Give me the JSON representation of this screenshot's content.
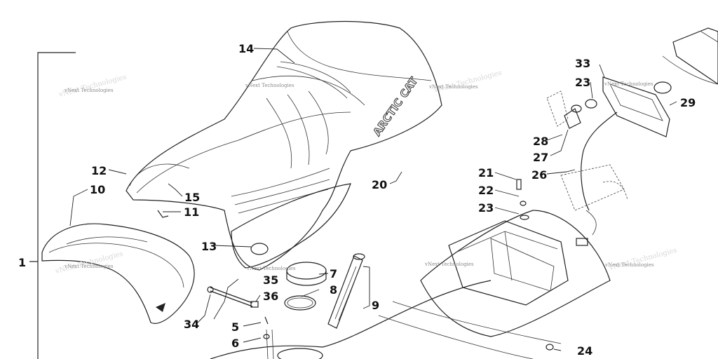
{
  "diagram": {
    "brand_text": "ARCTIC CAT",
    "watermark_text": "vNext Technologies",
    "callouts": [
      {
        "id": "1",
        "label": "1"
      },
      {
        "id": "5",
        "label": "5"
      },
      {
        "id": "6",
        "label": "6"
      },
      {
        "id": "7",
        "label": "7"
      },
      {
        "id": "8",
        "label": "8"
      },
      {
        "id": "9",
        "label": "9"
      },
      {
        "id": "10",
        "label": "10"
      },
      {
        "id": "11",
        "label": "11"
      },
      {
        "id": "12",
        "label": "12"
      },
      {
        "id": "13",
        "label": "13"
      },
      {
        "id": "14",
        "label": "14"
      },
      {
        "id": "15",
        "label": "15"
      },
      {
        "id": "20",
        "label": "20"
      },
      {
        "id": "21",
        "label": "21"
      },
      {
        "id": "22",
        "label": "22"
      },
      {
        "id": "23a",
        "label": "23"
      },
      {
        "id": "23b",
        "label": "23"
      },
      {
        "id": "24",
        "label": "24"
      },
      {
        "id": "26",
        "label": "26"
      },
      {
        "id": "27",
        "label": "27"
      },
      {
        "id": "28",
        "label": "28"
      },
      {
        "id": "29",
        "label": "29"
      },
      {
        "id": "33",
        "label": "33"
      },
      {
        "id": "34",
        "label": "34"
      },
      {
        "id": "35",
        "label": "35"
      },
      {
        "id": "36",
        "label": "36"
      }
    ]
  }
}
